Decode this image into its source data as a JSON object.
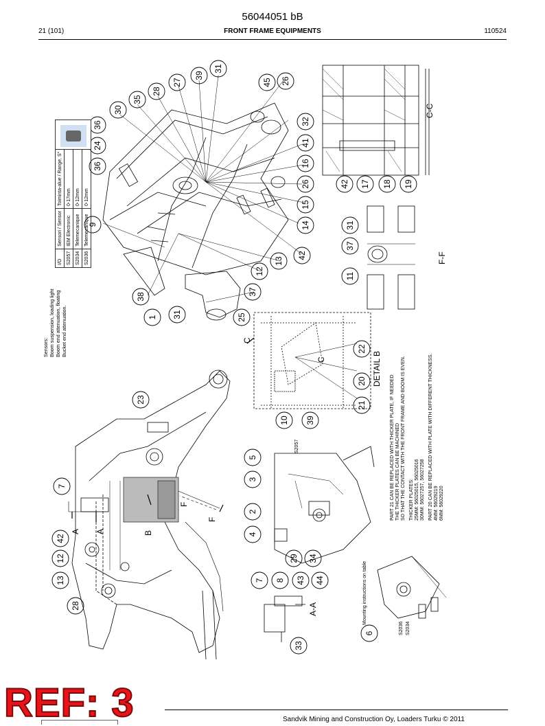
{
  "header": {
    "doc_id": "56044051 bB",
    "page": "21 (101)",
    "title": "FRONT FRAME EQUIPMENTS",
    "date_code": "110524"
  },
  "sensors_note": {
    "lines": [
      "Sensors:",
      "Boom suspension, loading light",
      "Boom end attenuation, floating",
      "Bucket end attenuation."
    ]
  },
  "sensor_table": {
    "headers": [
      "I/O",
      "Sensori / Sensor",
      "Toiminta-alue / Range, S\""
    ],
    "rows": [
      [
        "S2057",
        "IEM Electronic",
        "0-17mm"
      ],
      [
        "S2034",
        "Telemecanique",
        "0-12mm"
      ],
      [
        "S2036",
        "Telemecanique",
        "0-12mm"
      ]
    ]
  },
  "section_labels": {
    "cc": "C-C",
    "ff": "F-F",
    "detail_b": "DETAIL B",
    "aa": "A-A",
    "a": "A",
    "b": "B",
    "c": "C",
    "f": "F"
  },
  "sensor_tags": [
    "S2057",
    "S2036",
    "S2034"
  ],
  "mounting_note": "Mounting instructions on table",
  "plate_note": {
    "lines": [
      "PART 21 CAN BE REPLACED WITH THICKER PLATE, IF NEEDED",
      "THE THICKER PLATES CAN BE MACHINED",
      "SO THAT THE CONTACT WITH THE FRONT FRAME AND BOOM IS EVEN.",
      "",
      "THICKER PLATES:",
      "25MM: 56025015, 56025016",
      "30MM: 56027257, 56027258",
      "",
      "PART 20 CAN BE REPLACED WITH PLATE WITH DIFFERENT THICKNESS.",
      "4MM: 56029219",
      "6MM: 56029220"
    ]
  },
  "balloons": [
    "31",
    "39",
    "27",
    "45",
    "26",
    "28",
    "35",
    "30",
    "36",
    "24",
    "36",
    "32",
    "41",
    "16",
    "26",
    "15",
    "14",
    "42",
    "9",
    "13",
    "12",
    "37",
    "38",
    "1",
    "31",
    "25",
    "22",
    "20",
    "21",
    "10",
    "39",
    "23",
    "7",
    "42",
    "12",
    "13",
    "28",
    "5",
    "3",
    "2",
    "4",
    "29",
    "34",
    "7",
    "8",
    "43",
    "44",
    "33",
    "6",
    "31",
    "37",
    "11",
    "42",
    "17",
    "18",
    "19"
  ],
  "ref_stamp": "REF: 3",
  "footer": "Sandvik Mining and Construction Oy, Loaders Turku © 2011"
}
